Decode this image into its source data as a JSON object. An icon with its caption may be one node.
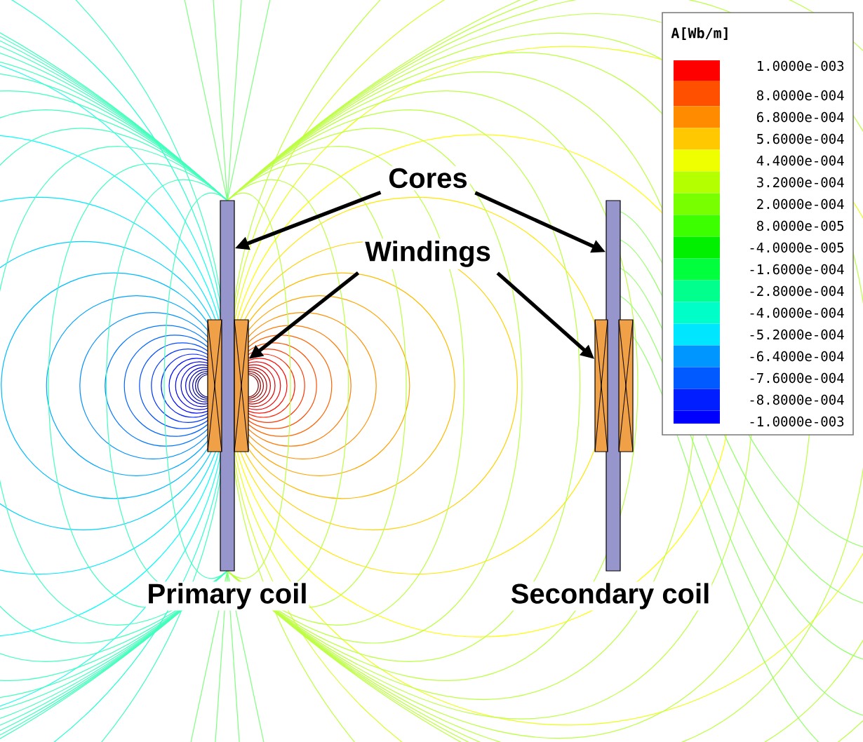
{
  "diagram": {
    "nodes": [
      {
        "text": [
          "Cores"
        ]
      },
      {
        "text": [
          "Windings"
        ]
      },
      {
        "text": [],
        "shape": "bar"
      },
      {
        "text": [],
        "shape": "box"
      },
      {
        "text": [],
        "shape": "box"
      },
      {
        "text": [],
        "shape": "bar"
      },
      {
        "text": [],
        "shape": "box"
      },
      {
        "text": [],
        "shape": "box"
      }
    ],
    "edges": [
      {
        "from": 0,
        "to": 2,
        "arrow": "to"
      },
      {
        "from": 0,
        "to": 5,
        "arrow": "to"
      },
      {
        "from": 1,
        "to": 4,
        "arrow": "to"
      },
      {
        "from": 1,
        "to": 6,
        "arrow": "to"
      }
    ],
    "labels": [
      "Primary coil",
      "Secondary coil",
      "A[Wb/m]"
    ],
    "legend": [
      {
        "text": "1.0000e-003",
        "color": "#ff0000"
      },
      {
        "text": "8.0000e-004",
        "color": "#ff5000"
      },
      {
        "text": "6.8000e-004",
        "color": "#ff8c00"
      },
      {
        "text": "5.6000e-004",
        "color": "#ffc800"
      },
      {
        "text": "4.4000e-004",
        "color": "#f0ff00"
      },
      {
        "text": "3.2000e-004",
        "color": "#b4ff00"
      },
      {
        "text": "2.0000e-004",
        "color": "#78ff00"
      },
      {
        "text": "8.0000e-005",
        "color": "#3cff00"
      },
      {
        "text": "-4.0000e-005",
        "color": "#00f000"
      },
      {
        "text": "-1.6000e-004",
        "color": "#00ff3c"
      },
      {
        "text": "-2.8000e-004",
        "color": "#00ff8c"
      },
      {
        "text": "-4.0000e-004",
        "color": "#00ffc8"
      },
      {
        "text": "-5.2000e-004",
        "color": "#00e6ff"
      },
      {
        "text": "-6.4000e-004",
        "color": "#0096ff"
      },
      {
        "text": "-7.6000e-004",
        "color": "#005aff"
      },
      {
        "text": "-8.8000e-004",
        "color": "#001eff"
      },
      {
        "text": "-1.0000e-003",
        "color": "#0000ff"
      }
    ]
  }
}
